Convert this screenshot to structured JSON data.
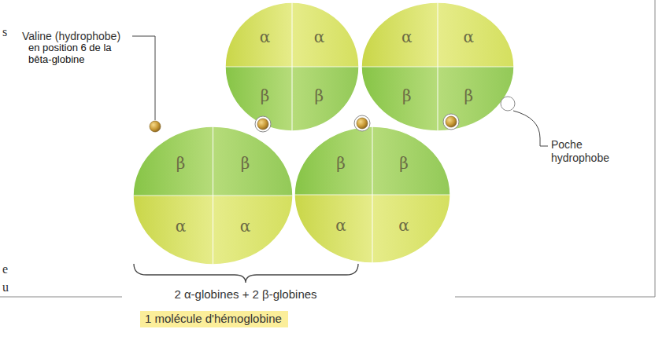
{
  "diagram": {
    "nodes": [
      {
        "text": [
          "α",
          "α",
          "β",
          "β"
        ]
      },
      {
        "text": [
          "α",
          "α",
          "β",
          "β"
        ]
      },
      {
        "text": [
          "β",
          "β",
          "α",
          "α"
        ]
      },
      {
        "text": [
          "β",
          "β",
          "α",
          "α"
        ]
      },
      {
        "text": [
          "1 molécule d'hémoglobine"
        ]
      }
    ],
    "labels": [
      "s",
      "Valine (hydrophobe)",
      "en position 6 de la bêta-globine",
      "Poche hydrophobe",
      "e",
      "u",
      "2 α-globines + 2 β-globines"
    ]
  }
}
